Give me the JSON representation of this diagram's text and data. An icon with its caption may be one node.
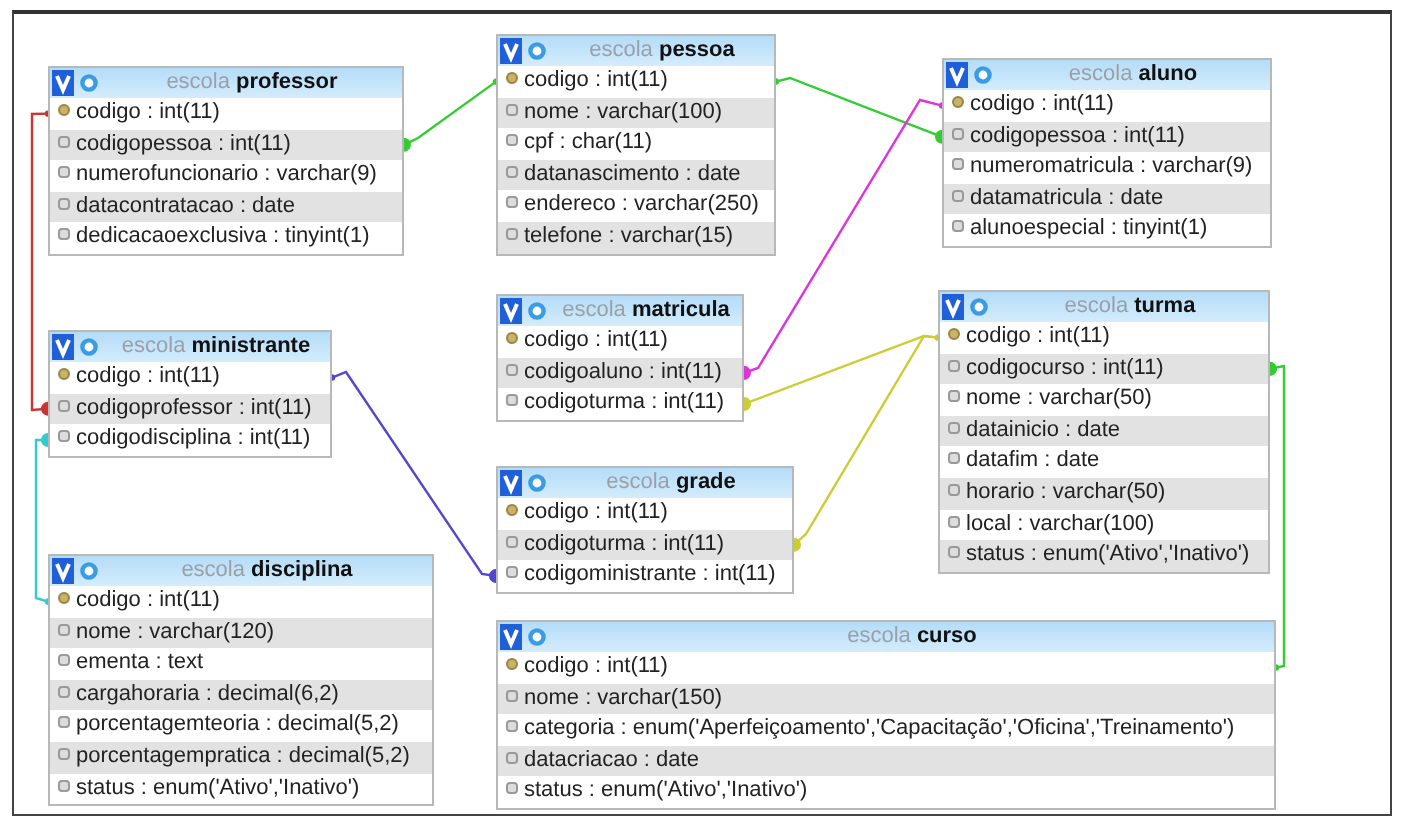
{
  "diagram": {
    "nodes": [
      {
        "text": [
          "escola **professor**",
          "codigo : int(11)",
          "codigopessoa : int(11)",
          "numerofuncionario : varchar(9)",
          "datacontratacao : date",
          "dedicacaoexclusiva : tinyint(1)"
        ]
      },
      {
        "text": [
          "escola **pessoa**",
          "codigo : int(11)",
          "nome : varchar(100)",
          "cpf : char(11)",
          "datanascimento : date",
          "endereco : varchar(250)",
          "telefone : varchar(15)"
        ]
      },
      {
        "text": [
          "escola **aluno**",
          "codigo : int(11)",
          "codigopessoa : int(11)",
          "numeromatricula : varchar(9)",
          "datamatricula : date",
          "alunoespecial : tinyint(1)"
        ]
      },
      {
        "text": [
          "escola **ministrante**",
          "codigo : int(11)",
          "codigoprofessor : int(11)",
          "codigodisciplina : int(11)"
        ]
      },
      {
        "text": [
          "escola **matricula**",
          "codigo : int(11)",
          "codigoaluno : int(11)",
          "codigoturma : int(11)"
        ]
      },
      {
        "text": [
          "escola **turma**",
          "codigo : int(11)",
          "codigocurso : int(11)",
          "nome : varchar(50)",
          "datainicio : date",
          "datafim : date",
          "horario : varchar(50)",
          "local : varchar(100)",
          "status : enum('Ativo','Inativo')"
        ]
      },
      {
        "text": [
          "escola **grade**",
          "codigo : int(11)",
          "codigoturma : int(11)",
          "codigoministrante : int(11)"
        ]
      },
      {
        "text": [
          "escola **disciplina**",
          "codigo : int(11)",
          "nome : varchar(120)",
          "ementa : text",
          "cargahoraria : decimal(6,2)",
          "porcentagemteoria : decimal(5,2)",
          "porcentagempratica : decimal(5,2)",
          "status : enum('Ativo','Inativo')"
        ]
      },
      {
        "text": [
          "escola **curso**",
          "codigo : int(11)",
          "nome : varchar(150)",
          "categoria : enum('Aperfeiçoamento','Capacitação','Oficina','Treinamento')",
          "datacriacao : date",
          "status : enum('Ativo','Inativo')"
        ]
      }
    ],
    "edges": [
      {
        "from": 0,
        "to": 1,
        "arrow": "other",
        "color": "#33cc33"
      },
      {
        "from": 2,
        "to": 1,
        "arrow": "other",
        "color": "#33cc33"
      },
      {
        "from": 4,
        "to": 2,
        "arrow": "other",
        "color": "#dd33dd"
      },
      {
        "from": 4,
        "to": 5,
        "arrow": "other",
        "color": "#cccc33"
      },
      {
        "from": 6,
        "to": 5,
        "arrow": "other",
        "color": "#cccc33"
      },
      {
        "from": 6,
        "to": 3,
        "arrow": "other",
        "color": "#5544cc"
      },
      {
        "from": 3,
        "to": 0,
        "arrow": "other",
        "color": "#cc3333"
      },
      {
        "from": 3,
        "to": 7,
        "arrow": "other",
        "color": "#33cccc"
      },
      {
        "from": 5,
        "to": 8,
        "arrow": "other",
        "color": "#33cc33"
      }
    ]
  }
}
